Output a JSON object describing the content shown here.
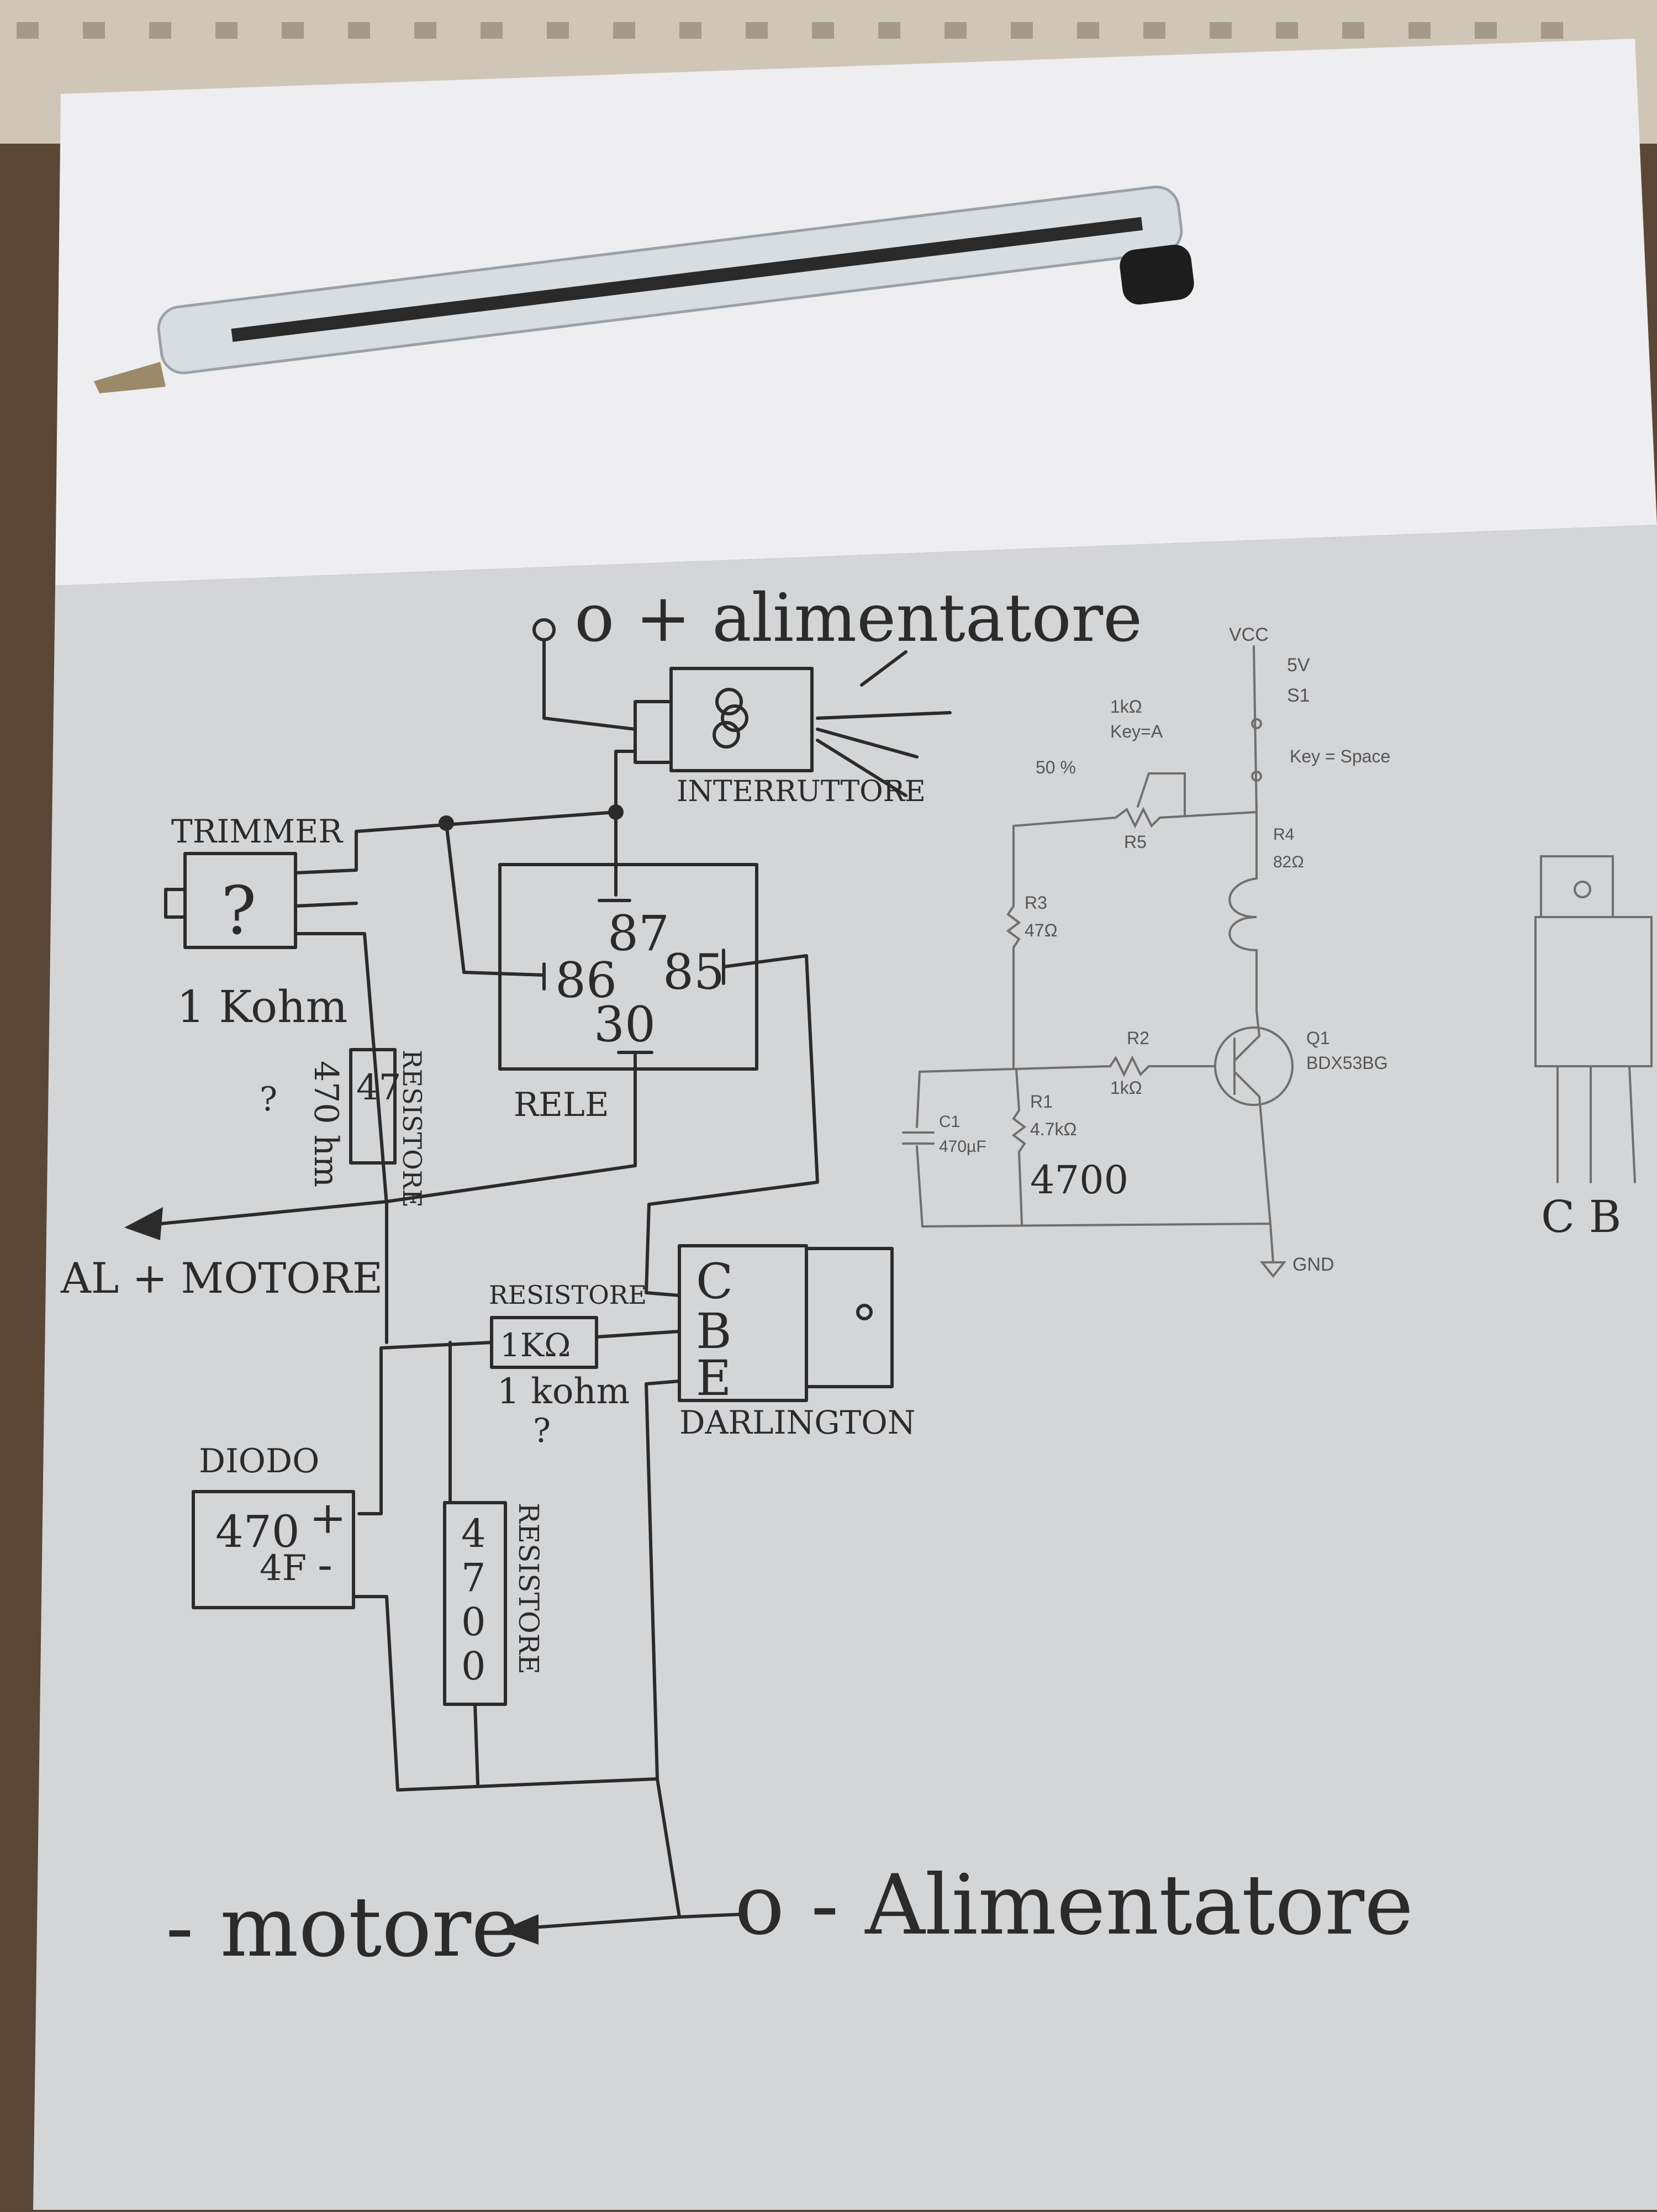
{
  "handwritten": {
    "plus_supply": "o + alimentatore",
    "switch": "INTERRUTTORE",
    "trimmer": "TRIMMER",
    "trimmer_q": "?",
    "trimmer_value": "1 Kohm",
    "relay_87": "87",
    "relay_86": "86",
    "relay_85": "85",
    "relay_30": "30",
    "relay_label": "RELE",
    "resistor_label": "RESISTORE",
    "resistor_47_value": "47",
    "resistor_47_note": "470 hm",
    "resistor_47_q": "?",
    "to_motor_plus": "AL + MOTORE",
    "res_1k_label": "RESISTORE",
    "res_1k_value": "1KΩ",
    "res_1k_note": "1 kohm",
    "res_1k_q": "?",
    "pin_c": "C",
    "pin_b": "B",
    "pin_e": "E",
    "darlington": "DARLINGTON",
    "diode": "DIODO",
    "cap_value": "470",
    "cap_unit": "4F",
    "cap_plus": "+",
    "cap_minus": "-",
    "res_4700_value": "4700",
    "res_4700_label": "RESISTORE",
    "minus_motor": "- motore",
    "minus_supply": "o - Alimentatore",
    "r1_note": "4700",
    "side_pins": "C B"
  },
  "printed": {
    "vcc": "VCC",
    "v5": "5V",
    "s1": "S1",
    "key_space": "Key = Space",
    "r5_val": "1kΩ",
    "r5_key": "Key=A",
    "pct": "50 %",
    "r5": "R5",
    "r4": "R4",
    "r4_val": "82Ω",
    "r3": "R3",
    "r3_val": "47Ω",
    "r2": "R2",
    "r2_val": "1kΩ",
    "q1": "Q1",
    "q1_part": "BDX53BG",
    "r1": "R1",
    "r1_val": "4.7kΩ",
    "c1": "C1",
    "c1_val": "470µF",
    "gnd": "GND"
  }
}
